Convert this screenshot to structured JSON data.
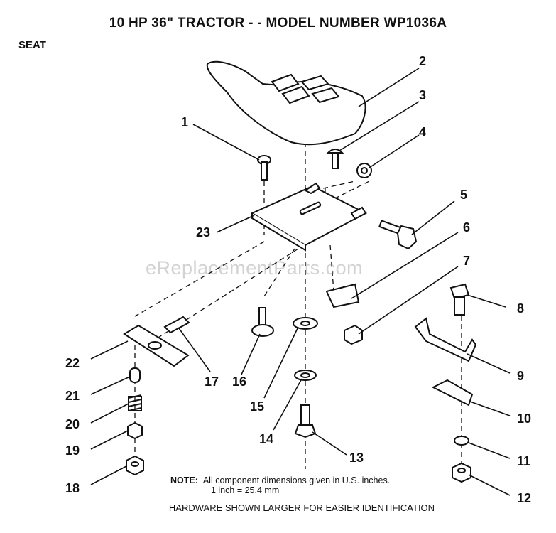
{
  "header": {
    "title": "10 HP 36\" TRACTOR  - - MODEL NUMBER  WP1036A",
    "section": "SEAT"
  },
  "watermark": "eReplacementParts.com",
  "callouts": [
    "1",
    "2",
    "3",
    "4",
    "5",
    "6",
    "7",
    "8",
    "9",
    "10",
    "11",
    "12",
    "13",
    "14",
    "15",
    "16",
    "17",
    "18",
    "19",
    "20",
    "21",
    "22",
    "23"
  ],
  "note": {
    "label": "NOTE:",
    "line1": "All component dimensions given in U.S. inches.",
    "line2": "1 inch = 25.4 mm"
  },
  "footer": "HARDWARE SHOWN LARGER FOR EASIER IDENTIFICATION"
}
